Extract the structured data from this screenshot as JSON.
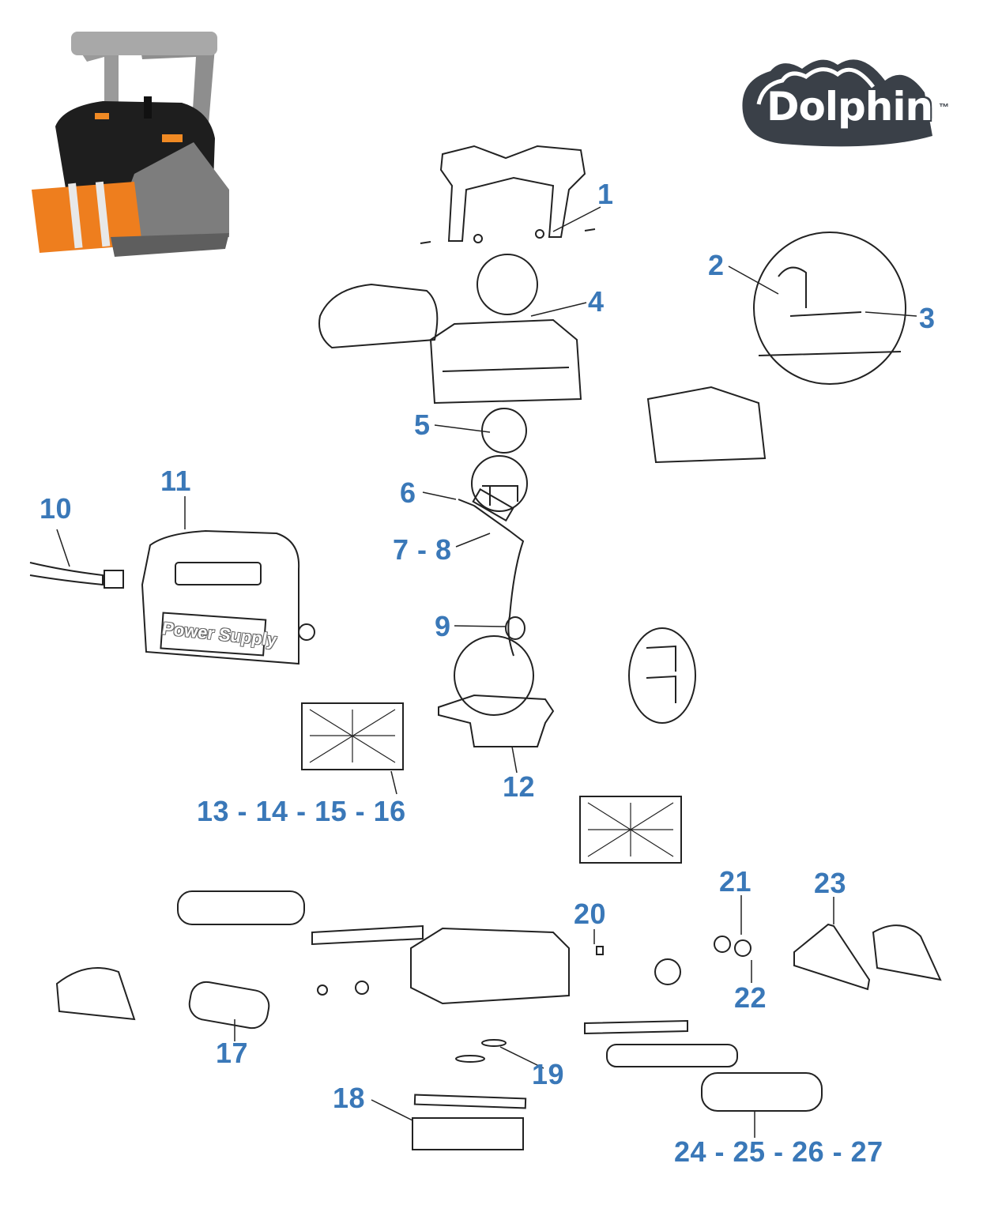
{
  "brand": {
    "logo_text": "Dolphin",
    "trademark": "™",
    "colors": {
      "logo_dark": "#3a4048",
      "label_blue": "#3a78b8",
      "robot_orange": "#f08a24",
      "robot_grey": "#8a8a8a",
      "robot_black": "#1e1e1e"
    }
  },
  "product_photo": {
    "icon": "pool-robot-photo"
  },
  "power_supply": {
    "printed_text": "Power Supply"
  },
  "part_labels": [
    {
      "id": "p1",
      "text": "1"
    },
    {
      "id": "p2",
      "text": "2"
    },
    {
      "id": "p3",
      "text": "3"
    },
    {
      "id": "p4",
      "text": "4"
    },
    {
      "id": "p5",
      "text": "5"
    },
    {
      "id": "p6",
      "text": "6"
    },
    {
      "id": "p7",
      "text": "7 - 8"
    },
    {
      "id": "p9",
      "text": "9"
    },
    {
      "id": "p10",
      "text": "10"
    },
    {
      "id": "p11",
      "text": "11"
    },
    {
      "id": "p12",
      "text": "12"
    },
    {
      "id": "p13",
      "text": "13 - 14 - 15 - 16"
    },
    {
      "id": "p17",
      "text": "17"
    },
    {
      "id": "p18",
      "text": "18"
    },
    {
      "id": "p19",
      "text": "19"
    },
    {
      "id": "p20",
      "text": "20"
    },
    {
      "id": "p21",
      "text": "21"
    },
    {
      "id": "p22",
      "text": "22"
    },
    {
      "id": "p23",
      "text": "23"
    },
    {
      "id": "p24",
      "text": "24 - 25 - 26 - 27"
    }
  ]
}
